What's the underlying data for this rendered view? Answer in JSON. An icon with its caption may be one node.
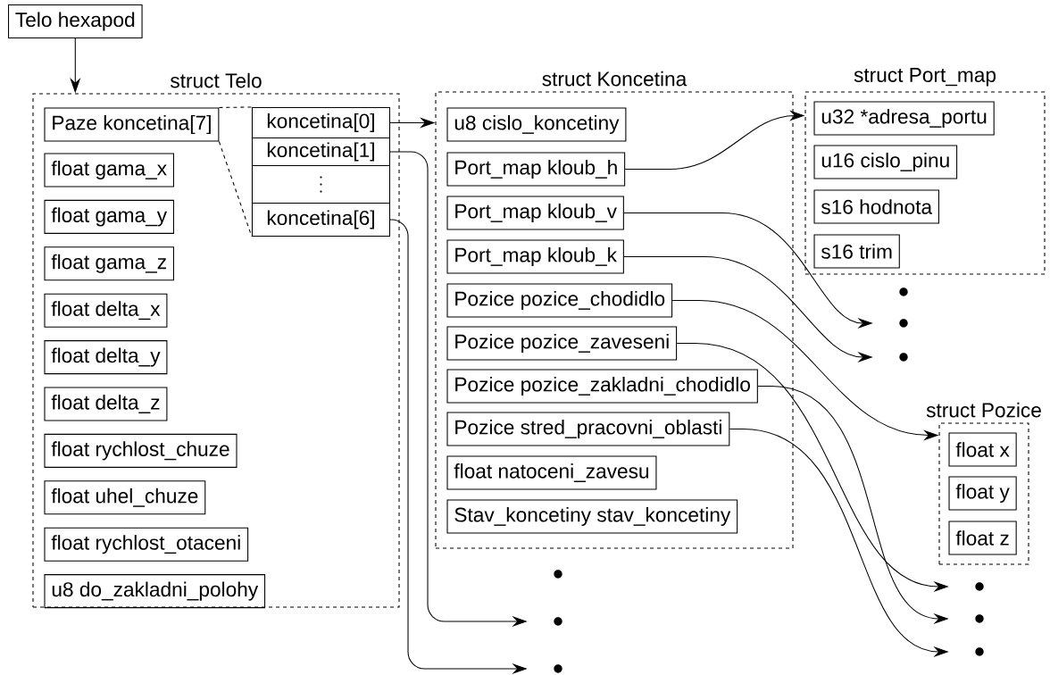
{
  "diagram": {
    "nodes": [
      {
        "text": [
          "Telo hexapod"
        ]
      },
      {
        "text": [
          "struct Telo"
        ]
      },
      {
        "text": [
          "Paze koncetina[7]"
        ],
        "in": 1
      },
      {
        "text": [
          "float gama_x"
        ],
        "in": 1
      },
      {
        "text": [
          "float gama_y"
        ],
        "in": 1
      },
      {
        "text": [
          "float gama_z"
        ],
        "in": 1
      },
      {
        "text": [
          "float delta_x"
        ],
        "in": 1
      },
      {
        "text": [
          "float delta_y"
        ],
        "in": 1
      },
      {
        "text": [
          "float delta_z"
        ],
        "in": 1
      },
      {
        "text": [
          "float rychlost_chuze"
        ],
        "in": 1
      },
      {
        "text": [
          "float uhel_chuze"
        ],
        "in": 1
      },
      {
        "text": [
          "float rychlost_otaceni"
        ],
        "in": 1
      },
      {
        "text": [
          "u8 do_zakladni_polohy"
        ],
        "in": 1
      },
      {
        "text": [
          "koncetina[0]"
        ],
        "in": 1
      },
      {
        "text": [
          "koncetina[1]"
        ],
        "in": 1
      },
      {
        "text": [],
        "shape": "box",
        "in": 1
      },
      {
        "text": [
          "koncetina[6]"
        ],
        "in": 1
      },
      {
        "text": [
          "struct Koncetina"
        ]
      },
      {
        "text": [
          "u8 cislo_koncetiny"
        ],
        "in": 17
      },
      {
        "text": [
          "Port_map kloub_h"
        ],
        "in": 17
      },
      {
        "text": [
          "Port_map kloub_v"
        ],
        "in": 17
      },
      {
        "text": [
          "Port_map kloub_k"
        ],
        "in": 17
      },
      {
        "text": [
          "Pozice pozice_chodidlo"
        ],
        "in": 17
      },
      {
        "text": [
          "Pozice pozice_zaveseni"
        ],
        "in": 17
      },
      {
        "text": [
          "Pozice pozice_zakladni_chodidlo"
        ],
        "in": 17
      },
      {
        "text": [
          "Pozice stred_pracovni_oblasti"
        ],
        "in": 17
      },
      {
        "text": [
          "float natoceni_zavesu"
        ],
        "in": 17
      },
      {
        "text": [
          "Stav_koncetiny stav_koncetiny"
        ],
        "in": 17
      },
      {
        "text": [
          "struct Port_map"
        ]
      },
      {
        "text": [
          "u32 *adresa_portu"
        ],
        "in": 28
      },
      {
        "text": [
          "u16 cislo_pinu"
        ],
        "in": 28
      },
      {
        "text": [
          "s16 hodnota"
        ],
        "in": 28
      },
      {
        "text": [
          "s16 trim"
        ],
        "in": 28
      },
      {
        "text": [
          "struct Pozice"
        ]
      },
      {
        "text": [
          "float x"
        ],
        "in": 33
      },
      {
        "text": [
          "float y"
        ],
        "in": 33
      },
      {
        "text": [
          "float z"
        ],
        "in": 33
      },
      {
        "text": [],
        "shape": "circle"
      },
      {
        "text": [],
        "shape": "circle"
      },
      {
        "text": [],
        "shape": "circle"
      },
      {
        "text": [],
        "shape": "circle"
      },
      {
        "text": [],
        "shape": "circle"
      },
      {
        "text": [],
        "shape": "circle"
      },
      {
        "text": [],
        "shape": "circle"
      },
      {
        "text": [],
        "shape": "circle"
      },
      {
        "text": [],
        "shape": "circle"
      }
    ],
    "edges": [
      {
        "from": 0,
        "to": 1,
        "arrow": "to"
      },
      {
        "from": 2,
        "to": 13,
        "arrow": "none",
        "style": "dashed"
      },
      {
        "from": 2,
        "to": 16,
        "arrow": "none",
        "style": "dashed"
      },
      {
        "from": 13,
        "to": 17,
        "arrow": "to"
      },
      {
        "from": 14,
        "to": 44,
        "arrow": "to"
      },
      {
        "from": 16,
        "to": 45,
        "arrow": "to"
      },
      {
        "from": 19,
        "to": 28,
        "arrow": "to"
      },
      {
        "from": 20,
        "to": 38,
        "arrow": "to"
      },
      {
        "from": 21,
        "to": 39,
        "arrow": "to"
      },
      {
        "from": 22,
        "to": 33,
        "arrow": "to"
      },
      {
        "from": 23,
        "to": 40,
        "arrow": "to"
      },
      {
        "from": 24,
        "to": 41,
        "arrow": "to"
      },
      {
        "from": 25,
        "to": 42,
        "arrow": "to"
      }
    ]
  }
}
